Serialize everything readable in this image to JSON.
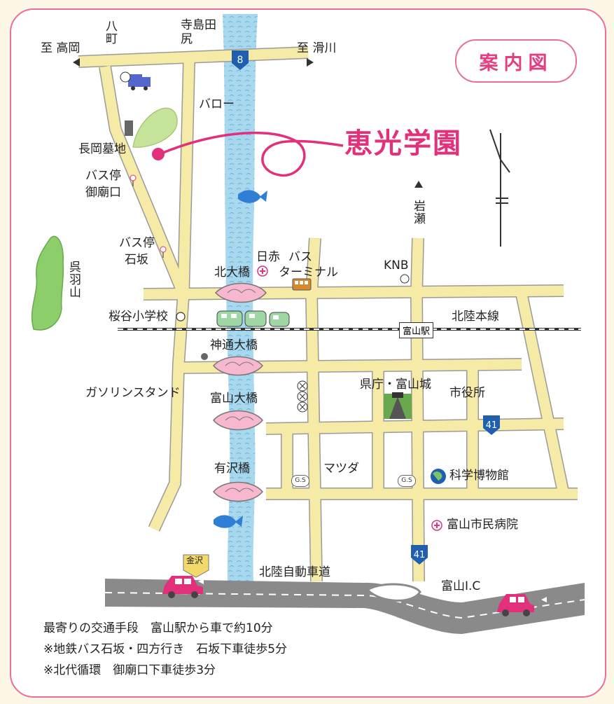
{
  "title": "案内図",
  "school": {
    "name": "恵光学園"
  },
  "directions": {
    "to_takaoka": "至 高岡",
    "to_namerikawa": "至 滑川",
    "iwase": "岩瀬"
  },
  "labels": {
    "hachimachi": "八町",
    "terajimatashiri": "寺島田尻",
    "barow": "バロー",
    "nagaoka_cemetery": "長岡墓地",
    "bus_stop_gobyoguchi_1": "バス停",
    "bus_stop_gobyoguchi_2": "御廟口",
    "bus_stop_ishizaka_1": "バス停",
    "bus_stop_ishizaka_2": "石坂",
    "mt_kureha": "呉羽山",
    "kita_ohashi": "北大橋",
    "nisseki": "日赤",
    "bus_terminal_1": "バス",
    "bus_terminal_2": "ターミナル",
    "knb": "KNB",
    "sakuradani_school": "桜谷小学校",
    "hokuriku_line": "北陸本線",
    "toyama_station": "富山駅",
    "jintsu_ohashi": "神通大橋",
    "gas_station": "ガソリンスタンド",
    "toyama_ohashi": "富山大橋",
    "prefecture_castle": "県庁・富山城",
    "city_hall": "市役所",
    "arisawa_bashi": "有沢橋",
    "mazda": "マツダ",
    "science_museum": "科学博物館",
    "municipal_hospital": "富山市民病院",
    "kanazawa": "金沢",
    "hokuriku_expressway": "北陸自動車道",
    "toyama_ic": "富山I.C",
    "gs_short": "G.S"
  },
  "route_numbers": {
    "r8": "8",
    "r41_a": "41",
    "r41_b": "41"
  },
  "notes": [
    "最寄りの交通手段　富山駅から車で約10分",
    "※地鉄バス石坂・四方行き　石坂下車徒歩5分",
    "※北代循環　御廟口下車徒歩3分"
  ],
  "colors": {
    "frame": "#e96f9a",
    "accent_pink": "#e2307a",
    "road": "#f5eaa6",
    "road_edge": "#9a9a9a",
    "river": "#a8d8ee",
    "highway": "#8a8a8a",
    "route_shield": "#1f5fae",
    "mountain": "#8ccf6a"
  }
}
